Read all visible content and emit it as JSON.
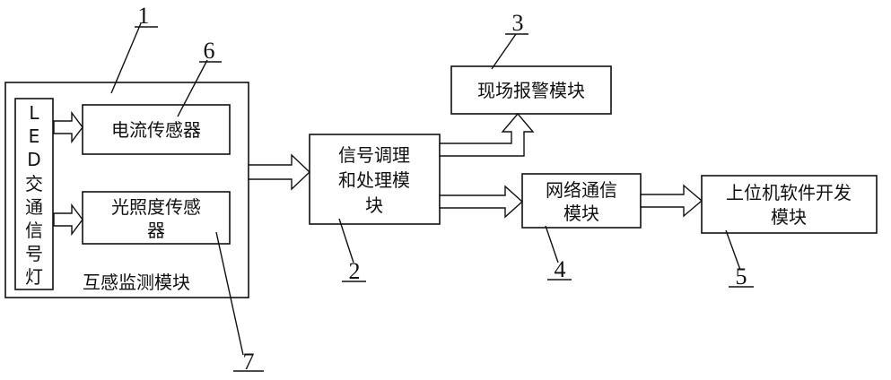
{
  "labels": {
    "n1": "1",
    "n2": "2",
    "n3": "3",
    "n4": "4",
    "n5": "5",
    "n6": "6",
    "n7": "7"
  },
  "blocks": {
    "led_chars": [
      "L",
      "E",
      "D",
      "交",
      "通",
      "信",
      "号",
      "灯"
    ],
    "current_sensor": "电流传感器",
    "light_sensor_line1": "光照度传感",
    "light_sensor_line2": "器",
    "mutual_monitor": "互感监测模块",
    "signal_line1": "信号调理",
    "signal_line2": "和处理模",
    "signal_line3": "块",
    "alarm": "现场报警模块",
    "network_line1": "网络通信",
    "network_line2": "模块",
    "upper_line1": "上位机软件开发",
    "upper_line2": "模块"
  }
}
